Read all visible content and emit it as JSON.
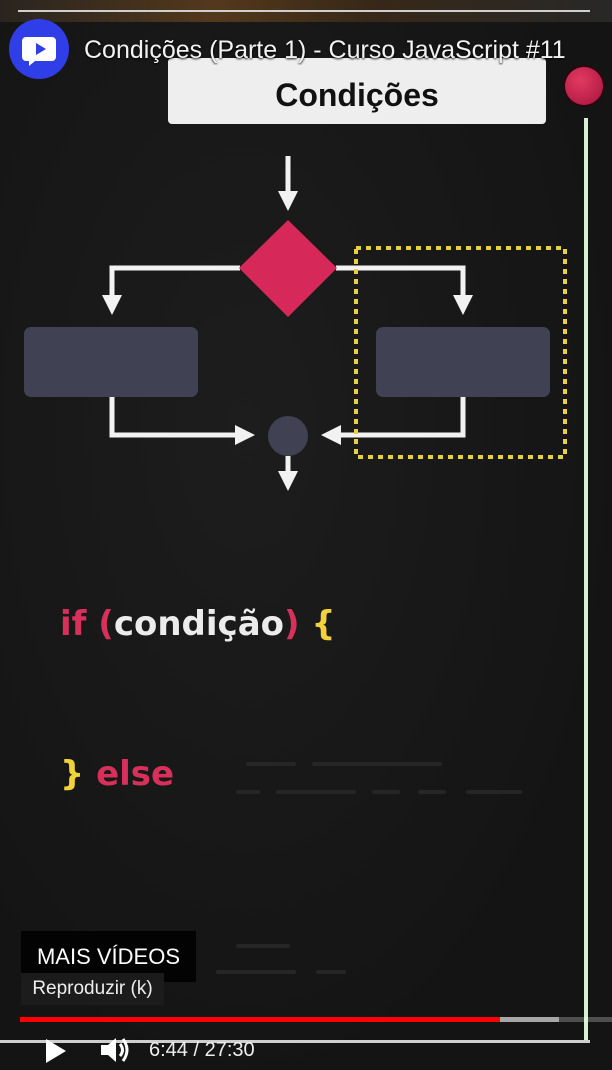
{
  "player": {
    "title": "Condições (Parte 1) - Curso JavaScript #11",
    "channel_logo_icon": "play-bubble-icon",
    "more_videos": "MAIS VÍDEOS",
    "tooltip": "Reproduzir (k)",
    "time_current": "6:44",
    "time_separator": " / ",
    "time_total": "27:30",
    "progress_played": 0.81,
    "progress_buffered": 0.91,
    "accent_color": "#ff0000"
  },
  "slide": {
    "heading": "Condições",
    "code": {
      "if_keyword": "if",
      "open_paren": "(",
      "condition": "condição",
      "close_paren": ")",
      "open_brace": "{",
      "close_brace": "}",
      "else_keyword": "else"
    },
    "colors": {
      "diamond": "#d7285a",
      "box": "#404254",
      "highlight": "#e8d040",
      "keyword": "#d7315b",
      "brace": "#f2d23a"
    }
  }
}
